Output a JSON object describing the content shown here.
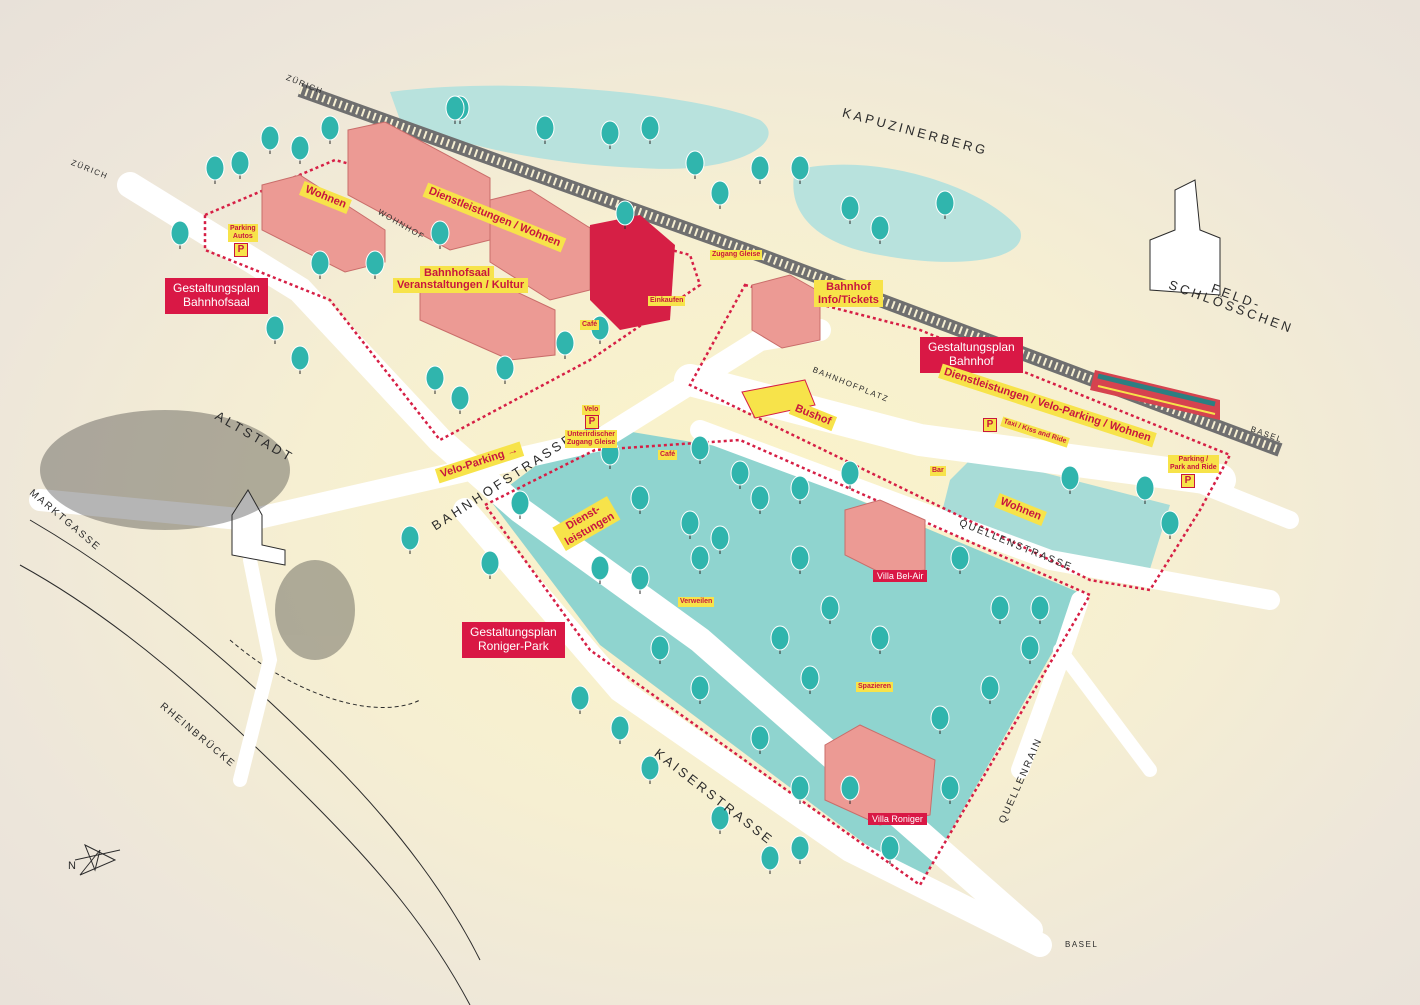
{
  "streets": {
    "bahnhofstrasse": "BAHNHOFSTRASSE",
    "kaiserstrasse": "KAISERSTRASSE",
    "quellenstrasse": "QUELLENSTRASSE",
    "quellenrain": "QUELLENRAIN",
    "marktgasse": "MARKTGASSE",
    "rheinbruecke": "RHEINBRÜCKE",
    "bahnhofplatz": "BAHNHOFPLATZ",
    "wohnhof": "WOHNHOF"
  },
  "places": {
    "kapuzinerberg": "KAPUZINERBERG",
    "altstadt": "ALTSTADT",
    "feldschloesschen_1": "FELD-",
    "feldschloesschen_2": "SCHLÖSSCHEN"
  },
  "directions": {
    "zuerich_top": "ZÜRICH",
    "zuerich_left": "ZÜRICH",
    "basel_right": "BASEL",
    "basel_bottom": "BASEL"
  },
  "plans": {
    "bahnhofsaal_1": "Gestaltungsplan",
    "bahnhofsaal_2": "Bahnhofsaal",
    "bahnhof_1": "Gestaltungsplan",
    "bahnhof_2": "Bahnhof",
    "roniger_1": "Gestaltungsplan",
    "roniger_2": "Roniger-Park"
  },
  "labels": {
    "wohnen_1": "Wohnen",
    "dienst_wohnen": "Dienstleistungen / Wohnen",
    "bahnhofsaal": "Bahnhofsaal",
    "veranstaltungen": "Veranstaltungen / Kultur",
    "parking_autos_1": "Parking",
    "parking_autos_2": "Autos",
    "einkaufen": "Einkaufen",
    "cafe_1": "Café",
    "zugang_gleise": "Zugang Gleise",
    "bahnhof_info_1": "Bahnhof",
    "bahnhof_info_2": "Info/Tickets",
    "dienst_velo": "Dienstleistungen / Velo-Parking / Wohnen",
    "taxi": "Taxi / Kiss and Ride",
    "bushof": "Bushof",
    "velo": "Velo",
    "unterirdisch_1": "Unterirdischer",
    "unterirdisch_2": "Zugang Gleise",
    "velo_parking": "Velo-Parking →",
    "cafe_2": "Café",
    "bar": "Bar",
    "wohnen_2": "Wohnen",
    "parking_park_1": "Parking /",
    "parking_park_2": "Park and Ride",
    "dienst_1": "Dienst-",
    "dienst_2": "leistungen",
    "villa_bel_air": "Villa Bel-Air",
    "verweilen": "Verweilen",
    "spazieren": "Spazieren",
    "villa_roniger": "Villa Roniger",
    "p": "P"
  },
  "compass": {
    "north": "N"
  },
  "colors": {
    "park": "#8fd4cf",
    "tree": "#30b5ad",
    "building": "#ec9a94",
    "building_dark": "#d61f45",
    "road": "#ffffff",
    "accent_yellow": "#f7e34a",
    "accent_red": "#d91845"
  }
}
